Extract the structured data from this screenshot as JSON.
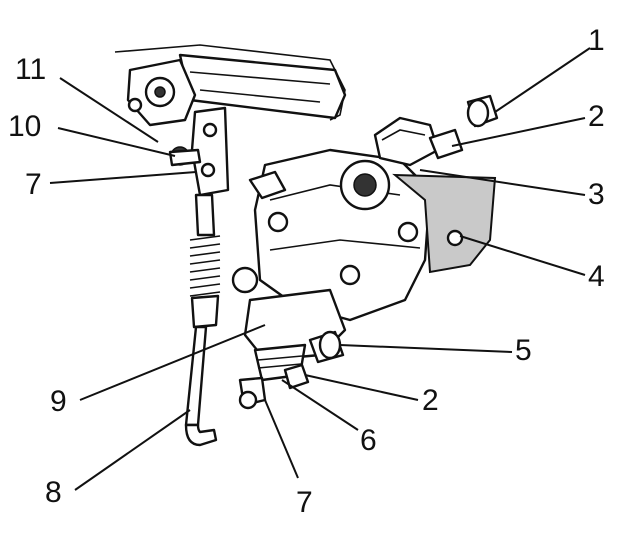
{
  "diagram": {
    "callouts": [
      {
        "id": "c-1-top",
        "label": "1"
      },
      {
        "id": "c-2-top",
        "label": "2"
      },
      {
        "id": "c-3",
        "label": "3"
      },
      {
        "id": "c-4",
        "label": "4"
      },
      {
        "id": "c-5",
        "label": "5"
      },
      {
        "id": "c-2-bottom",
        "label": "2"
      },
      {
        "id": "c-6",
        "label": "6"
      },
      {
        "id": "c-7-bottom",
        "label": "7"
      },
      {
        "id": "c-8",
        "label": "8"
      },
      {
        "id": "c-9",
        "label": "9"
      },
      {
        "id": "c-7-left",
        "label": "7"
      },
      {
        "id": "c-10",
        "label": "10"
      },
      {
        "id": "c-11",
        "label": "11"
      }
    ]
  }
}
